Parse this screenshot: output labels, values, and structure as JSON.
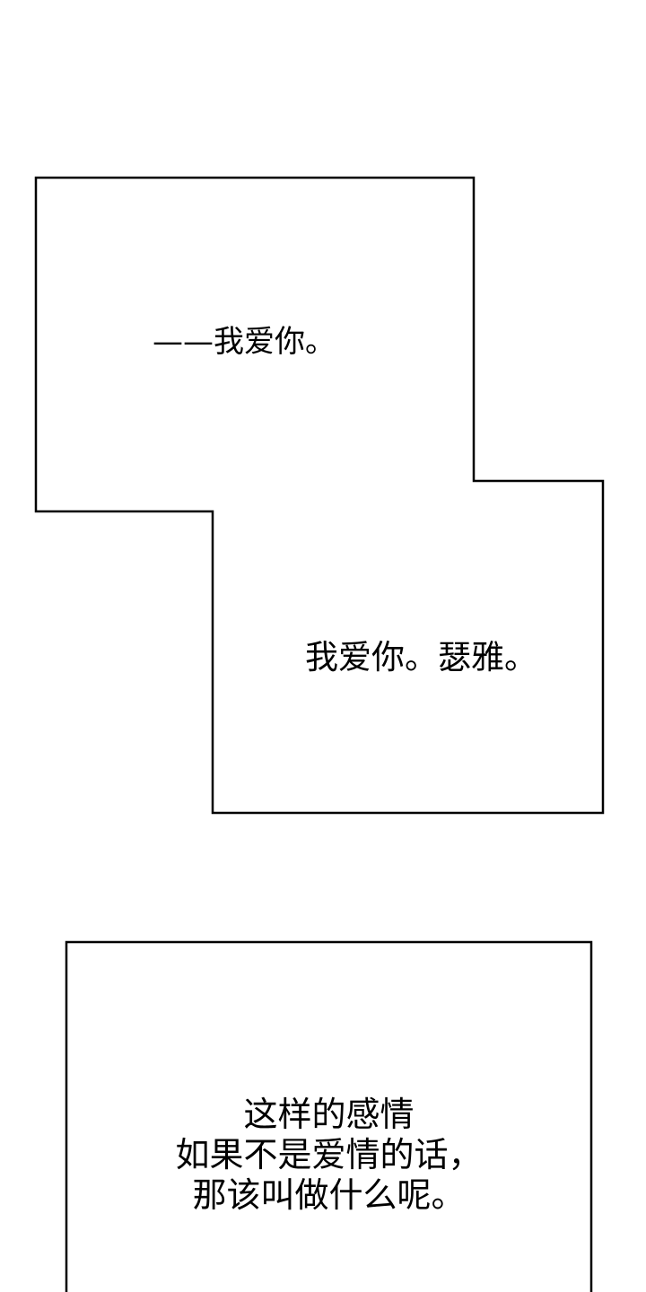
{
  "panels": [
    {
      "text": "——我爱你。"
    },
    {
      "text": "我爱你。瑟雅。"
    },
    {
      "lines": [
        "这样的感情",
        "如果不是爱情的话，",
        "那该叫做什么呢。"
      ]
    }
  ],
  "colors": {
    "background": "#ffffff",
    "border": "#000000",
    "text": "#000000"
  }
}
